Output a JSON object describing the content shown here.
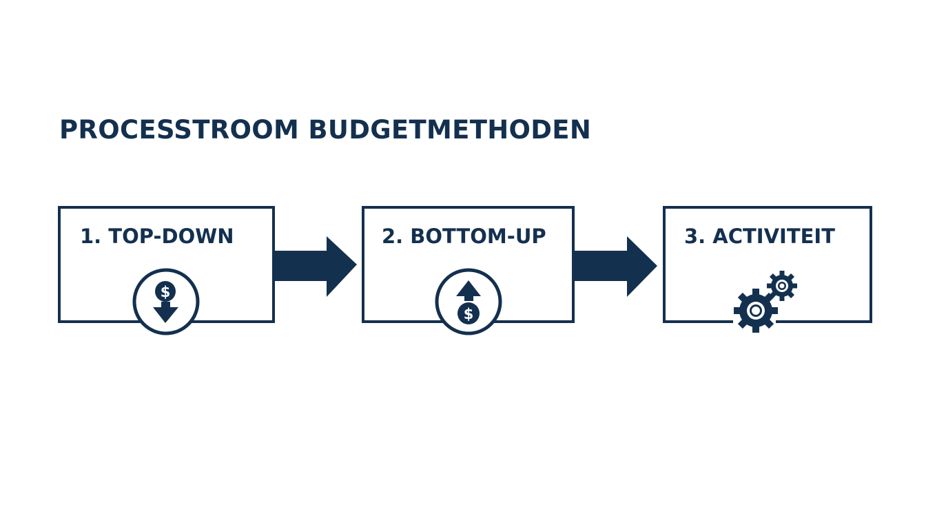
{
  "title": "PROCESSTROOM BUDGETMETHODEN",
  "steps": [
    {
      "label": "1. TOP-DOWN",
      "icon": "dollar-down-arrow-icon"
    },
    {
      "label": "2. BOTTOM-UP",
      "icon": "dollar-up-arrow-icon"
    },
    {
      "label": "3. ACTIVITEIT",
      "icon": "gears-icon"
    }
  ],
  "icon_glyph": "$",
  "colors": {
    "primary": "#14304f",
    "background": "#ffffff"
  }
}
